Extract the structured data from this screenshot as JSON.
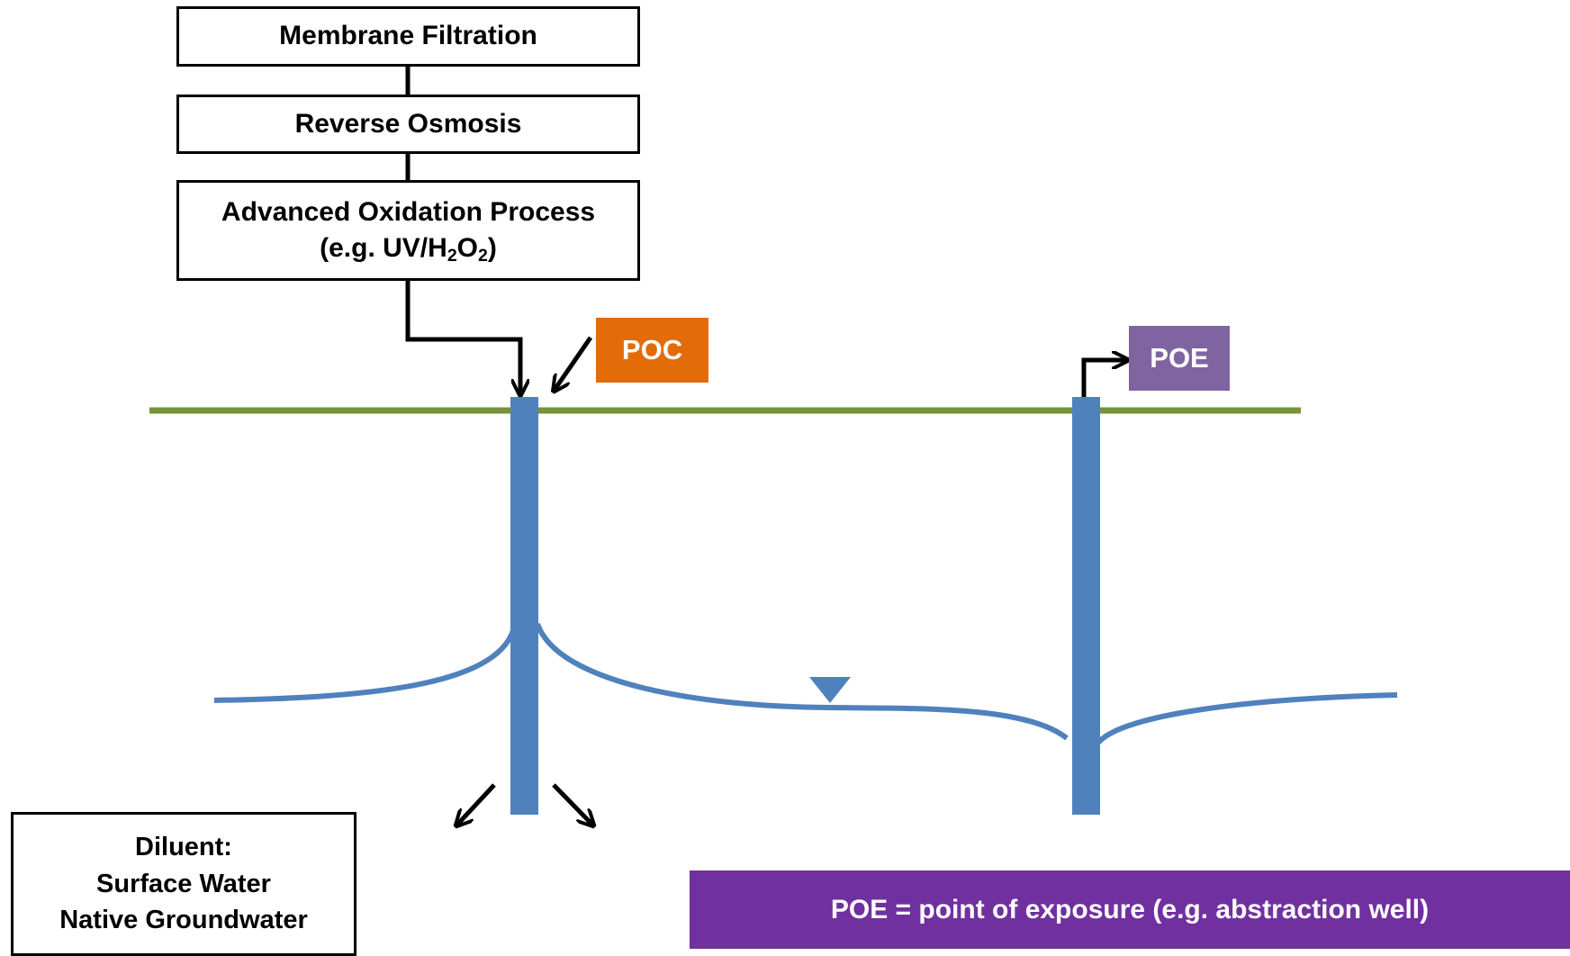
{
  "process_steps": {
    "step1": "Membrane Filtration",
    "step2": "Reverse Osmosis",
    "step3": {
      "line1": "Advanced Oxidation Process",
      "line2_prefix": "(e.g. UV/H",
      "sub1": "2",
      "mid": "O",
      "sub2": "2",
      "suffix": ")"
    }
  },
  "labels": {
    "poc": "POC",
    "poe": "POE"
  },
  "diluent": {
    "title": "Diluent:",
    "line1": "Surface Water",
    "line2": "Native Groundwater"
  },
  "definition": "POE = point of exposure (e.g. abstraction well)",
  "colors": {
    "ground": "#77933C",
    "well": "#4F81BD",
    "poc": "#E36C09",
    "poe": "#8064A2",
    "definition_bg": "#7030A0",
    "arrow": "#000000"
  },
  "icons": {
    "water_table_marker": "inverted-triangle-icon"
  }
}
